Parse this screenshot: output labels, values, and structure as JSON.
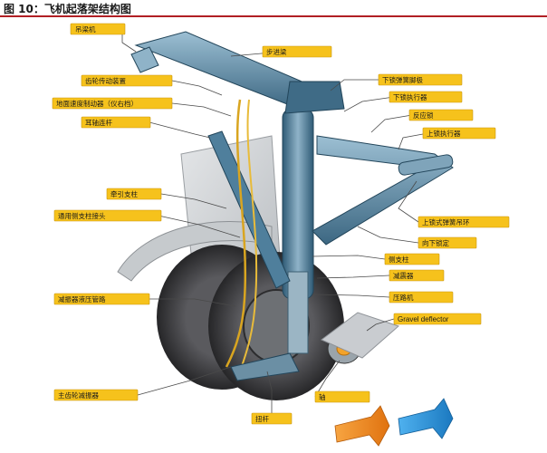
{
  "title": "图 10：飞机起落架结构图",
  "colors": {
    "title_rule": "#b11f24",
    "label_tag": "#f6c21c",
    "strut": "#56839f",
    "hydraulic_line": "#d9a520",
    "tire": "#3a3a3c",
    "arrow_orange": "#f08a1c",
    "arrow_blue": "#2a8fd6"
  },
  "labels": {
    "crane_beam": "吊梁机",
    "walking_beam": "步进梁",
    "wheel_drive": "齿轮传动装置",
    "ground_speed_brake": "地面速度制动器（仪右档）",
    "ear_link": "耳轴连杆",
    "lower_lock_spring": "下锁弹簧脚极",
    "lower_lock_actuator": "下锁执行器",
    "reverse_lock": "反应锁",
    "upper_lock_actuator": "上锁执行器",
    "tow_strut": "牵引支柱",
    "side_strut_joint": "通用侧支柱接头",
    "upper_lock_spring_hanger": "上锁式弹簧吊环",
    "down_lock": "向下锁定",
    "side_strut": "侧支柱",
    "shock_absorber": "减震器",
    "damper_hydraulic_line": "减振器液压管路",
    "press_road_machine": "压路机",
    "gravel_deflector": "Gravel deflector",
    "main_gear_damper": "主齿轮减振器",
    "axle": "轴",
    "tie_rod": "扭杆"
  }
}
